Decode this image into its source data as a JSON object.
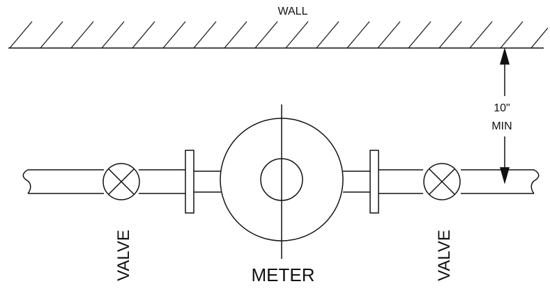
{
  "labels": {
    "wall": "WALL",
    "dimension_value": "10\"",
    "dimension_qualifier": "MIN",
    "meter": "METER",
    "valve_left": "VALVE",
    "valve_right": "VALVE"
  },
  "colors": {
    "line": "#111111",
    "background": "#ffffff"
  }
}
